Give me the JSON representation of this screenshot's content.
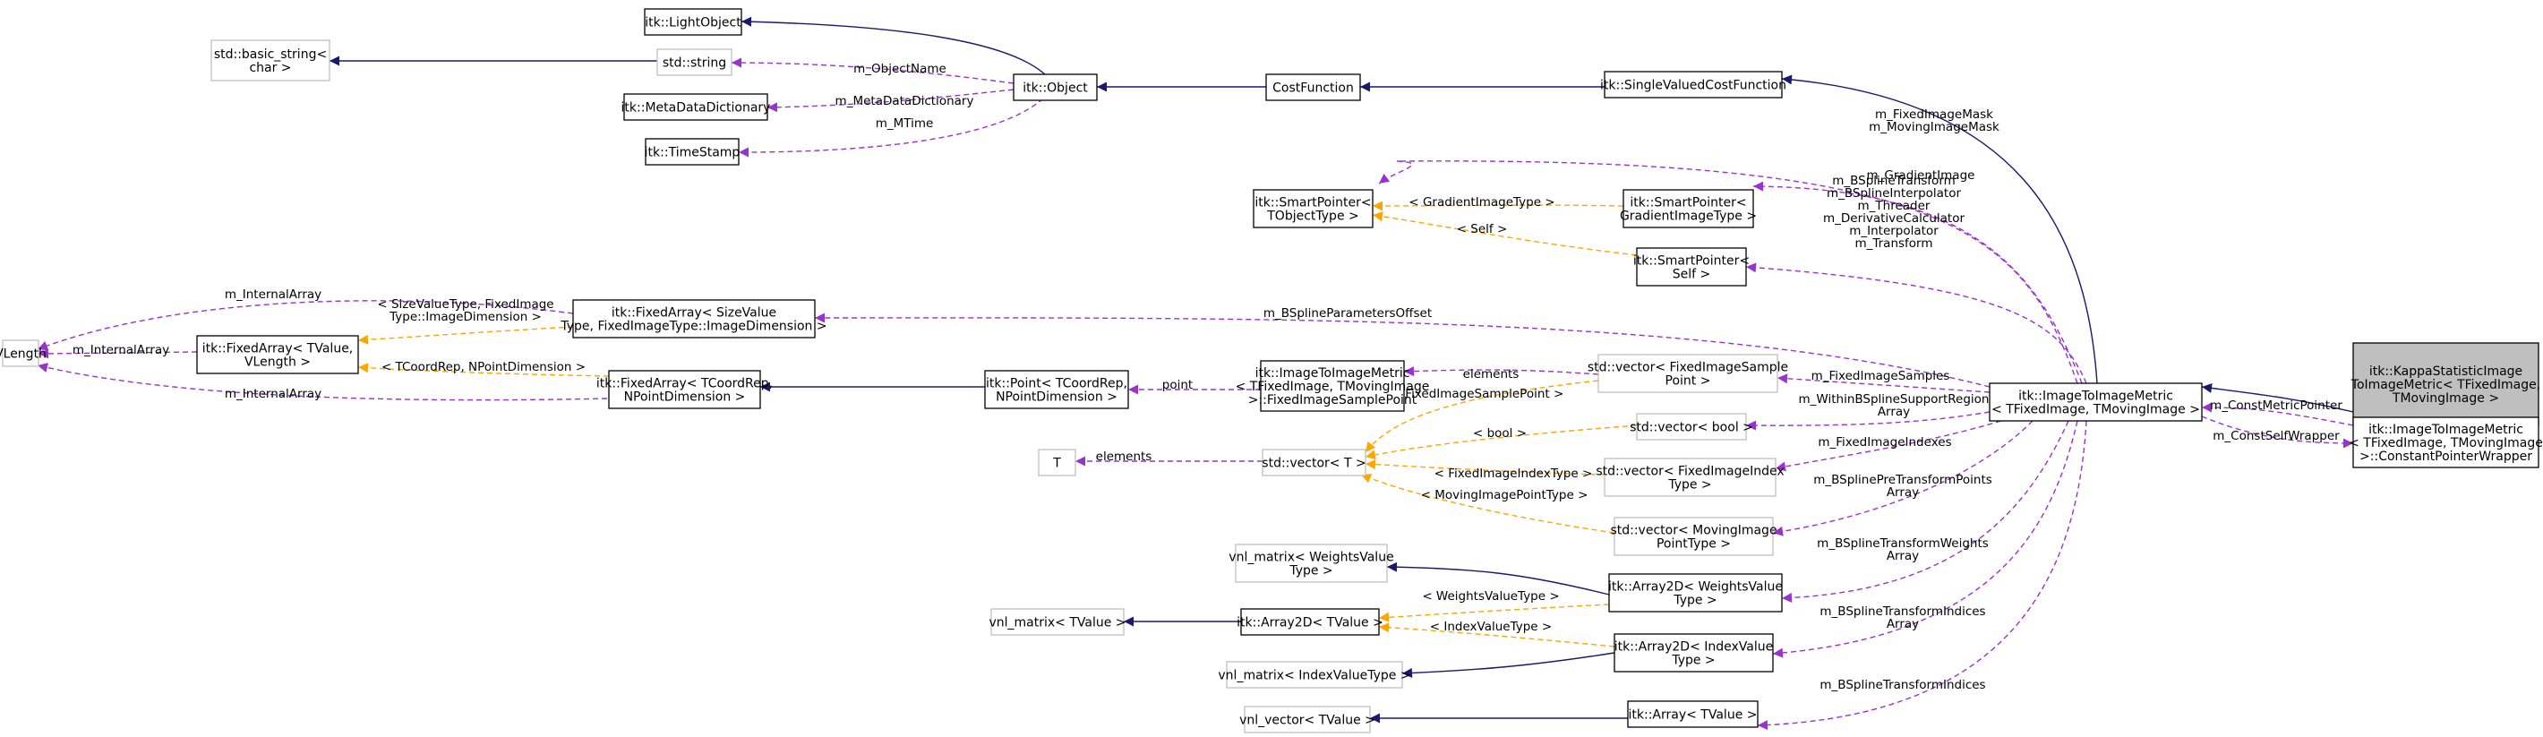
{
  "nodes": {
    "kappa": {
      "lines": [
        "itk::KappaStatisticImage",
        "ToImageMetric< TFixedImage,",
        "TMovingImage >"
      ]
    },
    "itim": {
      "lines": [
        "itk::ImageToImageMetric",
        "< TFixedImage, TMovingImage >"
      ]
    },
    "cpw": {
      "lines": [
        "itk::ImageToImageMetric",
        "< TFixedImage, TMovingImage",
        ">::ConstantPointerWrapper"
      ]
    },
    "svcf": {
      "lines": [
        "itk::SingleValuedCostFunction"
      ]
    },
    "costf": {
      "lines": [
        "CostFunction"
      ]
    },
    "object": {
      "lines": [
        "itk::Object"
      ]
    },
    "lightobj": {
      "lines": [
        "itk::LightObject"
      ]
    },
    "stdstring": {
      "lines": [
        "std::string"
      ]
    },
    "basicstring": {
      "lines": [
        "std::basic_string<",
        "char >"
      ]
    },
    "metadict": {
      "lines": [
        "itk::MetaDataDictionary"
      ]
    },
    "timestamp": {
      "lines": [
        "itk::TimeStamp"
      ]
    },
    "sp_obj": {
      "lines": [
        "itk::SmartPointer<",
        "TObjectType >"
      ]
    },
    "sp_grad": {
      "lines": [
        "itk::SmartPointer<",
        "GradientImageType >"
      ]
    },
    "sp_self": {
      "lines": [
        "itk::SmartPointer<",
        "Self >"
      ]
    },
    "fa_size": {
      "lines": [
        "itk::FixedArray< SizeValue",
        "Type, FixedImageType::ImageDimension >"
      ]
    },
    "vlength": {
      "lines": [
        "VLength"
      ]
    },
    "fa_tval": {
      "lines": [
        "itk::FixedArray< TValue,",
        "VLength >"
      ]
    },
    "fa_tcoord": {
      "lines": [
        "itk::FixedArray< TCoordRep,",
        "NPointDimension >"
      ]
    },
    "point": {
      "lines": [
        "itk::Point< TCoordRep,",
        "NPointDimension >"
      ]
    },
    "fisp": {
      "lines": [
        "itk::ImageToImageMetric",
        "< TFixedImage, TMovingImage",
        ">::FixedImageSamplePoint"
      ]
    },
    "vec_fis": {
      "lines": [
        "std::vector< FixedImageSample",
        "Point >"
      ]
    },
    "vec_bool": {
      "lines": [
        "std::vector< bool >"
      ]
    },
    "vec_t": {
      "lines": [
        "std::vector< T >"
      ]
    },
    "t": {
      "lines": [
        "T"
      ]
    },
    "vec_fii": {
      "lines": [
        "std::vector< FixedImageIndex",
        "Type >"
      ]
    },
    "vec_mip": {
      "lines": [
        "std::vector< MovingImage",
        "PointType >"
      ]
    },
    "vnl_wv": {
      "lines": [
        "vnl_matrix< WeightsValue",
        "Type >"
      ]
    },
    "a2d_wv": {
      "lines": [
        "itk::Array2D< WeightsValue",
        "Type >"
      ]
    },
    "vnl_tv": {
      "lines": [
        "vnl_matrix< TValue >"
      ]
    },
    "a2d_tv": {
      "lines": [
        "itk::Array2D< TValue >"
      ]
    },
    "vnl_iv": {
      "lines": [
        "vnl_matrix< IndexValueType >"
      ]
    },
    "a2d_iv": {
      "lines": [
        "itk::Array2D< IndexValue",
        "Type >"
      ]
    },
    "vnlvec": {
      "lines": [
        "vnl_vector< TValue >"
      ]
    },
    "arr_tv": {
      "lines": [
        "itk::Array< TValue >"
      ]
    }
  },
  "edge_labels": {
    "objname": [
      "m_ObjectName"
    ],
    "metadict": [
      "m_MetaDataDictionary"
    ],
    "mtime": [
      "m_MTime"
    ],
    "imagemask": [
      "m_FixedImageMask",
      "m_MovingImageMask"
    ],
    "gradimg": [
      "m_GradientImage"
    ],
    "gradtype": [
      "< GradientImageType >"
    ],
    "self": [
      "< Self >"
    ],
    "transform_group": [
      "m_BSplineTransform",
      "m_BSplineInterpolator",
      "m_Threader",
      "m_DerivativeCalculator",
      "m_Interpolator",
      "m_Transform"
    ],
    "bspline_offset": [
      "m_BSplineParametersOffset"
    ],
    "internal_top": [
      "m_InternalArray"
    ],
    "internal_mid": [
      "m_InternalArray"
    ],
    "internal_bot": [
      "m_InternalArray"
    ],
    "sizevaluetype": [
      "< SizeValueType, FixedImage",
      "Type::ImageDimension >"
    ],
    "tcoordrep": [
      "< TCoordRep, NPointDimension >"
    ],
    "point_lbl": [
      "point"
    ],
    "elements_top": [
      "elements"
    ],
    "elements_t": [
      "elements"
    ],
    "fis_type": [
      "< FixedImageSamplePoint >"
    ],
    "bool_tpl": [
      "< bool >"
    ],
    "fii_type": [
      "< FixedImageIndexType >"
    ],
    "mip_type": [
      "< MovingImagePointType >"
    ],
    "fixedsamples": [
      "m_FixedImageSamples"
    ],
    "withinsupport": [
      "m_WithinBSplineSupportRegion",
      "Array"
    ],
    "fixedindexes": [
      "m_FixedImageIndexes"
    ],
    "pretransform": [
      "m_BSplinePreTransformPoints",
      "Array"
    ],
    "weights": [
      "m_BSplineTransformWeights",
      "Array"
    ],
    "weightsvt": [
      "< WeightsValueType >"
    ],
    "indexvt": [
      "< IndexValueType >"
    ],
    "indices_arr": [
      "m_BSplineTransformIndices",
      "Array"
    ],
    "indices": [
      "m_BSplineTransformIndices"
    ],
    "constmetric": [
      "m_ConstMetricPointer"
    ],
    "constself": [
      "m_ConstSelfWrapper"
    ]
  }
}
